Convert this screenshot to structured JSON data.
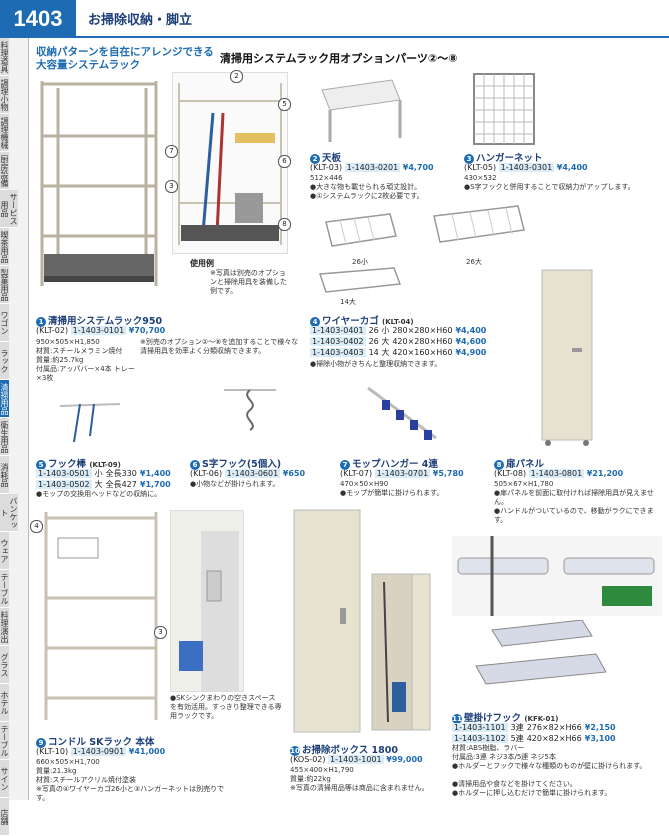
{
  "header": {
    "page_number": "1403",
    "section_title": "お掃除収納・脚立"
  },
  "sidebar": [
    "料理道具",
    "調理小物",
    "調理機械",
    "厨房設備",
    "サービス用品",
    "喫茶用品",
    "製菓用品",
    "ワゴン",
    "ラック",
    "清掃用品",
    "衛生用品",
    "消耗品",
    "バンケット",
    "ウェア",
    "テーブル",
    "料理演出",
    "グラス",
    "ホテル",
    "テーブル",
    "サイン",
    "店舗"
  ],
  "headline": {
    "line1": "収納パターンを自在にアレンジできる",
    "line2": "大容量システムラック"
  },
  "options_header": "清掃用システムラック用オプションパーツ②〜⑧",
  "usage_label": "使用例",
  "usage_note": "※写真は別売のオプションと掃除用具を装備した例です。",
  "products": {
    "p1": {
      "num": "1",
      "name": "清掃用システムラック950",
      "model": "(KLT-02)",
      "code": "1-1403-0101",
      "price": "¥70,700",
      "spec1": "950×505×H1,850",
      "spec2": "材質:スチールメラミン焼付",
      "spec3": "質量:約25.7kg",
      "spec4": "付属品:アッパバー×4本 トレー×3枚",
      "note": "※別売のオプション②〜⑧を追加することで様々な清掃用具を効率よく分類収納できます。"
    },
    "p2": {
      "num": "2",
      "name": "天板",
      "model": "(KLT-03)",
      "code": "1-1403-0201",
      "price": "¥4,700",
      "spec": "512×446",
      "note1": "●大きな物も載せられる頑丈設計。",
      "note2": "●①システムラックに2枚必要です。"
    },
    "p3": {
      "num": "3",
      "name": "ハンガーネット",
      "model": "(KLT-05)",
      "code": "1-1403-0301",
      "price": "¥4,400",
      "spec": "430×532",
      "note": "●S字フックと併用することで収納力がアップします。"
    },
    "p4": {
      "num": "4",
      "name": "ワイヤーカゴ",
      "model": "(KLT-04)",
      "label_small": "26小",
      "label_large": "26大",
      "label_14": "14大",
      "rows": [
        {
          "code": "1-1403-0401",
          "size": "26 小",
          "dims": "280×280×H60",
          "price": "¥4,400"
        },
        {
          "code": "1-1403-0402",
          "size": "26 大",
          "dims": "420×280×H60",
          "price": "¥4,600"
        },
        {
          "code": "1-1403-0403",
          "size": "14 大",
          "dims": "420×160×H60",
          "price": "¥4,900"
        }
      ],
      "note": "●掃除小物がきちんと整理収納できます。"
    },
    "p5": {
      "num": "5",
      "name": "フック棒",
      "model": "(KLT-09)",
      "rows": [
        {
          "code": "1-1403-0501",
          "size": "小",
          "dims": "全長330",
          "price": "¥1,400"
        },
        {
          "code": "1-1403-0502",
          "size": "大",
          "dims": "全長427",
          "price": "¥1,700"
        }
      ],
      "note": "●モップの交換用ヘッドなどの収納に。"
    },
    "p6": {
      "num": "6",
      "name": "S字フック(5個入)",
      "model": "(KLT-06)",
      "code": "1-1403-0601",
      "price": "¥650",
      "note": "●小物などが掛けられます。"
    },
    "p7": {
      "num": "7",
      "name": "モップハンガー 4連",
      "model": "(KLT-07)",
      "code": "1-1403-0701",
      "price": "¥5,780",
      "spec": "470×50×H90",
      "note": "●モップが簡単に掛けられます。"
    },
    "p8": {
      "num": "8",
      "name": "扉パネル",
      "model": "(KLT-08)",
      "code": "1-1403-0801",
      "price": "¥21,200",
      "spec": "505×67×H1,780",
      "note1": "●扉パネルを前面に取付ければ掃除用具が見えません。",
      "note2": "●ハンドルがついているので、移動がラクにできます。"
    },
    "p9": {
      "num": "9",
      "name": "コンドル SKラック 本体",
      "model": "(KLT-10)",
      "code": "1-1403-0901",
      "price": "¥41,000",
      "spec1": "660×505×H1,700",
      "spec2": "質量:21.3kg",
      "spec3": "材質:スチールアクリル焼付塗装",
      "note": "※写真の④ワイヤーカゴ26小と③ハンガーネットは別売りです。",
      "caption": "●SKシンクまわりの空きスペースを有効活用。すっきり整理できる専用ラックです。"
    },
    "p10": {
      "num": "10",
      "name": "お掃除ボックス 1800",
      "model": "(KOS-02)",
      "code": "1-1403-1001",
      "price": "¥99,000",
      "spec1": "455×400×H1,790",
      "spec2": "質量:約22kg",
      "note": "※写真の清掃用品等は商品に含まれません。"
    },
    "p11": {
      "num": "11",
      "name": "壁掛けフック",
      "model": "(KFK-01)",
      "rows": [
        {
          "code": "1-1403-1101",
          "size": "3連",
          "dims": "276×82×H66",
          "price": "¥2,150"
        },
        {
          "code": "1-1403-1102",
          "size": "5連",
          "dims": "420×82×H66",
          "price": "¥3,100"
        }
      ],
      "spec1": "材質:ABS樹脂、ラバー",
      "spec2": "付属品:3連 ネジ3本/5連 ネジ5本",
      "note1": "●ホルダーとフックで様々な種類のものが壁に掛けられます。",
      "note2": "●清掃用品や食などを掛けてください。",
      "note3": "●ホルダーに押し込むだけで簡単に掛けられます。"
    }
  },
  "colors": {
    "accent": "#1d6bb3",
    "code_bg": "#d9ecf8"
  }
}
